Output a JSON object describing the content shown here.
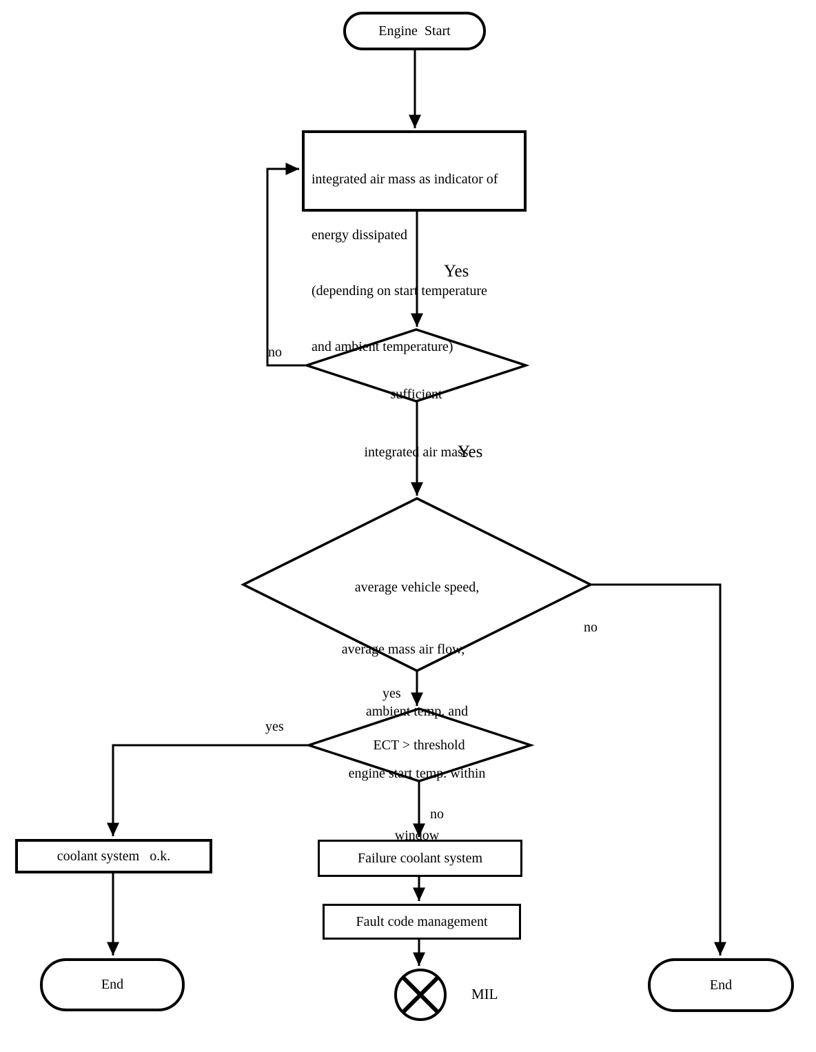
{
  "nodes": {
    "engine_start": {
      "label": "Engine  Start"
    },
    "air_mass": {
      "lines": [
        "integrated air mass as indicator of",
        "energy dissipated",
        "(depending on start temperature",
        "and ambient temperature)"
      ]
    },
    "sufficient_air_mass": {
      "lines": [
        "sufficient",
        "integrated air mass"
      ]
    },
    "window_check": {
      "lines": [
        "average vehicle speed,",
        "average mass air flow,",
        "ambient temp. and",
        "engine start temp. within",
        "window"
      ]
    },
    "ect_threshold": {
      "label": "ECT > threshold"
    },
    "coolant_ok": {
      "label": "coolant system   o.k."
    },
    "failure_coolant": {
      "label": "Failure coolant system"
    },
    "fault_code": {
      "label": "Fault code management"
    },
    "end_left": {
      "label": "End"
    },
    "end_right": {
      "label": "End"
    },
    "mil": {
      "label": "MIL"
    }
  },
  "edge_labels": {
    "yes_to_sufficient": "Yes",
    "no_loop": "no",
    "yes_to_window": "Yes",
    "no_right": "no",
    "yes_down": "yes",
    "yes_left": "yes",
    "no_down": "no"
  },
  "colors": {
    "line": "#000000",
    "background": "#ffffff"
  }
}
